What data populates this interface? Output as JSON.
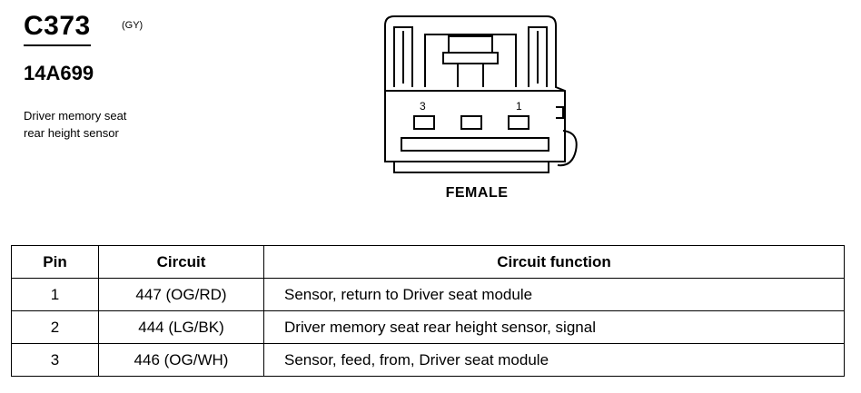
{
  "connector": {
    "id": "C373",
    "color": "(GY)",
    "part_number": "14A699",
    "description_line1": "Driver memory seat",
    "description_line2": "rear height sensor",
    "gender": "FEMALE",
    "pin_labels": {
      "left": "3",
      "right": "1"
    }
  },
  "table": {
    "headers": {
      "pin": "Pin",
      "circuit": "Circuit",
      "function": "Circuit function"
    },
    "rows": [
      {
        "pin": "1",
        "circuit": "447 (OG/RD)",
        "function": "Sensor, return to Driver seat module"
      },
      {
        "pin": "2",
        "circuit": "444 (LG/BK)",
        "function": "Driver memory seat rear height sensor, signal"
      },
      {
        "pin": "3",
        "circuit": "446 (OG/WH)",
        "function": "Sensor, feed, from, Driver seat module"
      }
    ]
  }
}
